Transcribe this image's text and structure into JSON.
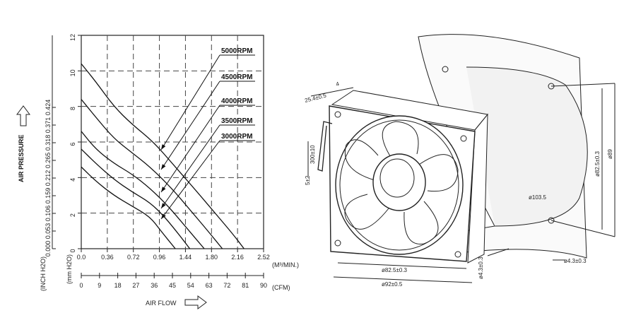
{
  "chart_data": {
    "type": "line",
    "ylabel": "AIR PRESSURE",
    "xlabel": "AIR FLOW",
    "y_unit_mm": "(mm H2O)",
    "y_unit_inch": "(INCH H2O)",
    "x_unit_m3": "(M³/MIN.)",
    "x_unit_cfm": "(CFM)",
    "ylim": [
      0,
      12
    ],
    "xlim": [
      0,
      2.52
    ],
    "y_ticks": [
      "0",
      "2",
      "4",
      "6",
      "8",
      "10",
      "12"
    ],
    "y_ticks_inch": [
      "0.000",
      "0.053",
      "0.106",
      "0.159",
      "0.212",
      "0.265",
      "0.318",
      "0.371",
      "0.424"
    ],
    "x_ticks": [
      "0.0",
      "0.36",
      "0.72",
      "0.96",
      "1.44",
      "1.80",
      "2.16",
      "2.52"
    ],
    "x_ticks_cfm": [
      "0",
      "9",
      "18",
      "27",
      "36",
      "45",
      "54",
      "63",
      "72",
      "81",
      "90"
    ],
    "series": [
      {
        "name": "5000RPM",
        "x": [
          0,
          0.2,
          0.45,
          0.7,
          1.0,
          1.3,
          1.6,
          1.85,
          2.1,
          2.25
        ],
        "y": [
          10.4,
          9.4,
          8.0,
          7.0,
          6.0,
          4.6,
          3.2,
          2.0,
          0.8,
          0
        ]
      },
      {
        "name": "4500RPM",
        "x": [
          0,
          0.2,
          0.45,
          0.7,
          0.95,
          1.25,
          1.5,
          1.75,
          1.95
        ],
        "y": [
          8.4,
          7.4,
          6.2,
          5.4,
          4.6,
          3.4,
          2.2,
          1.0,
          0
        ]
      },
      {
        "name": "4000RPM",
        "x": [
          0,
          0.2,
          0.45,
          0.7,
          0.95,
          1.2,
          1.45,
          1.7
        ],
        "y": [
          6.6,
          5.6,
          4.8,
          4.2,
          3.4,
          2.4,
          1.2,
          0
        ]
      },
      {
        "name": "3500RPM",
        "x": [
          0,
          0.2,
          0.45,
          0.7,
          0.95,
          1.15,
          1.35,
          1.5
        ],
        "y": [
          5.6,
          4.8,
          3.9,
          3.2,
          2.6,
          1.8,
          0.8,
          0
        ]
      },
      {
        "name": "3000RPM",
        "x": [
          0,
          0.2,
          0.45,
          0.7,
          0.95,
          1.1,
          1.3
        ],
        "y": [
          4.6,
          3.8,
          3.0,
          2.4,
          1.8,
          1.0,
          0
        ]
      }
    ]
  },
  "drawing": {
    "dims": {
      "d1": "25.4±0.5",
      "d2": "4",
      "d3": "300±10",
      "d4": "5±2",
      "d5": "ø82.5±0.3",
      "d6": "ø92±0.5",
      "d7": "ø4.3±0.3",
      "d8": "ø82.5±0.3",
      "d9": "ø89",
      "d10": "ø103.5",
      "d11": "ø4.3±0.3"
    }
  }
}
